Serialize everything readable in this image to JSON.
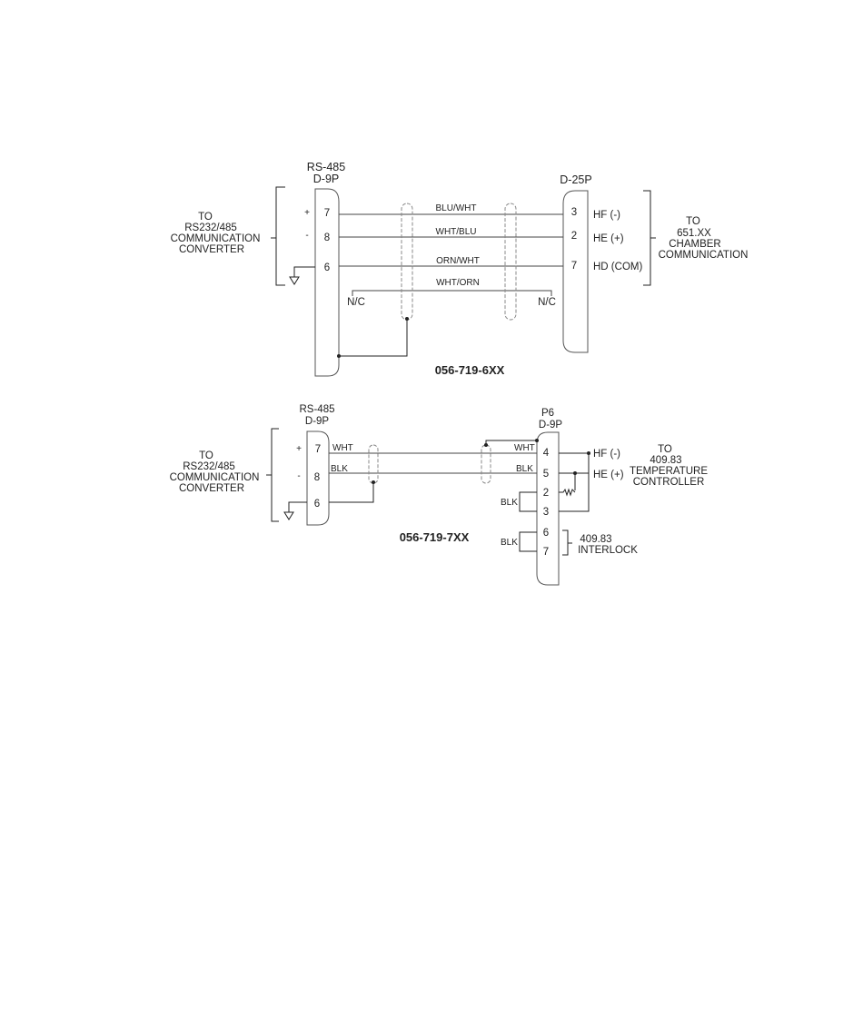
{
  "diagram1": {
    "left_connector": {
      "line1": "RS-485",
      "line2": "D-9P"
    },
    "right_connector": {
      "line1": "D-25P"
    },
    "left_target": [
      "TO",
      "RS232/485",
      "COMMUNICATION",
      "CONVERTER"
    ],
    "right_target": [
      "TO",
      "651.XX",
      "CHAMBER",
      "COMMUNICATION"
    ],
    "signs": [
      "+",
      "-"
    ],
    "left_pins": [
      "7",
      "8",
      "6"
    ],
    "right_pins": [
      "3",
      "2",
      "7"
    ],
    "wire_labels": [
      "BLU/WHT",
      "WHT/BLU",
      "ORN/WHT",
      "WHT/ORN"
    ],
    "signals": [
      "HF (-)",
      "HE (+)",
      "HD (COM)"
    ],
    "nc": "N/C",
    "part_number": "056-719-6XX"
  },
  "diagram2": {
    "left_connector": {
      "line1": "RS-485",
      "line2": "D-9P"
    },
    "right_connector": {
      "line1": "P6",
      "line2": "D-9P"
    },
    "left_target": [
      "TO",
      "RS232/485",
      "COMMUNICATION",
      "CONVERTER"
    ],
    "right_target": [
      "TO",
      "409.83",
      "TEMPERATURE",
      "CONTROLLER"
    ],
    "signs": [
      "+",
      "-"
    ],
    "left_pins": [
      "7",
      "8",
      "6"
    ],
    "left_wire_labels": [
      "WHT",
      "BLK"
    ],
    "right_wire_labels": [
      "WHT",
      "BLK"
    ],
    "right_pins": [
      "4",
      "5",
      "2",
      "3",
      "6",
      "7"
    ],
    "jumper_labels": [
      "BLK",
      "BLK"
    ],
    "signals": [
      "HF (-)",
      "HE (+)"
    ],
    "interlock": [
      "409.83",
      "INTERLOCK"
    ],
    "part_number": "056-719-7XX"
  }
}
